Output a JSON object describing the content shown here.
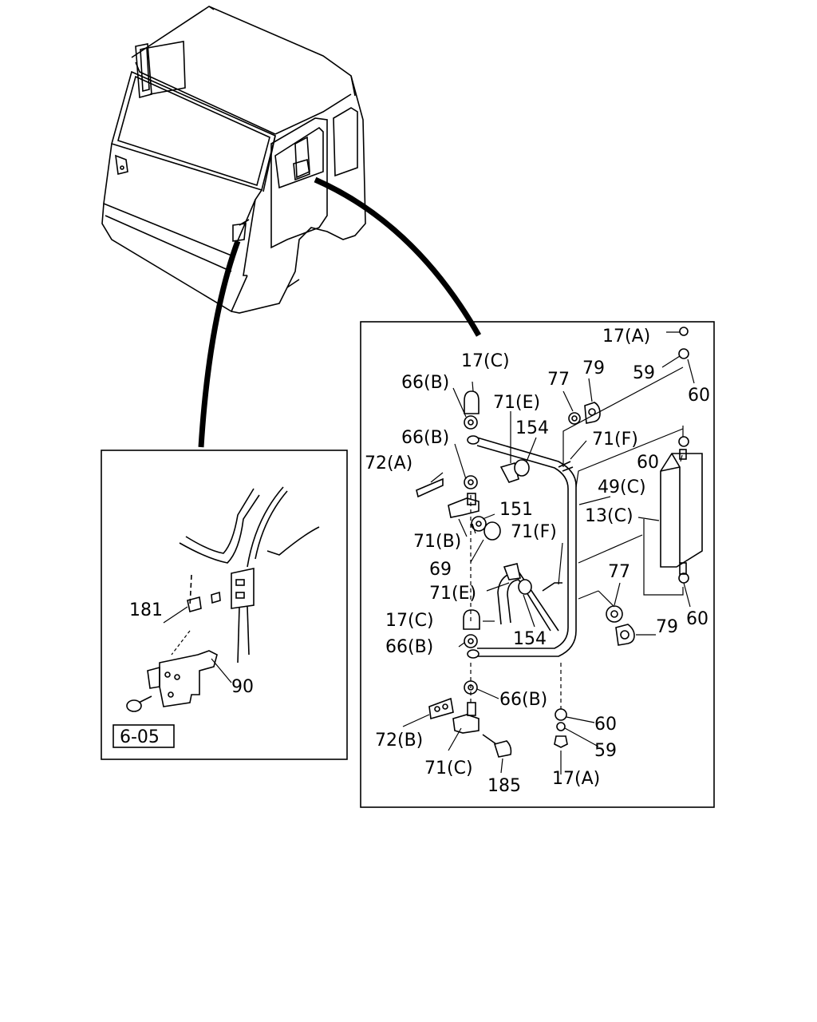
{
  "ref_box": "6-05",
  "labels": {
    "l_17A_top": "17(A)",
    "l_59_top": "59",
    "l_60_top": "60",
    "l_17C_top": "17(C)",
    "l_66B_1": "66(B)",
    "l_77_top": "77",
    "l_79_top": "79",
    "l_71E_top": "71(E)",
    "l_154_top": "154",
    "l_66B_2": "66(B)",
    "l_71F_top": "71(F)",
    "l_72A": "72(A)",
    "l_60_mid": "60",
    "l_49C": "49(C)",
    "l_151": "151",
    "l_13C": "13(C)",
    "l_71B": "71(B)",
    "l_71F_mid": "71(F)",
    "l_69": "69",
    "l_77_mid": "77",
    "l_71E_mid": "71(E)",
    "l_60_r": "60",
    "l_79_r": "79",
    "l_17C_mid": "17(C)",
    "l_154_mid": "154",
    "l_66B_3": "66(B)",
    "l_66B_4": "66(B)",
    "l_60_bot": "60",
    "l_72B": "72(B)",
    "l_59_bot": "59",
    "l_71C": "71(C)",
    "l_17A_bot": "17(A)",
    "l_185": "185",
    "l_181": "181",
    "l_90": "90"
  }
}
